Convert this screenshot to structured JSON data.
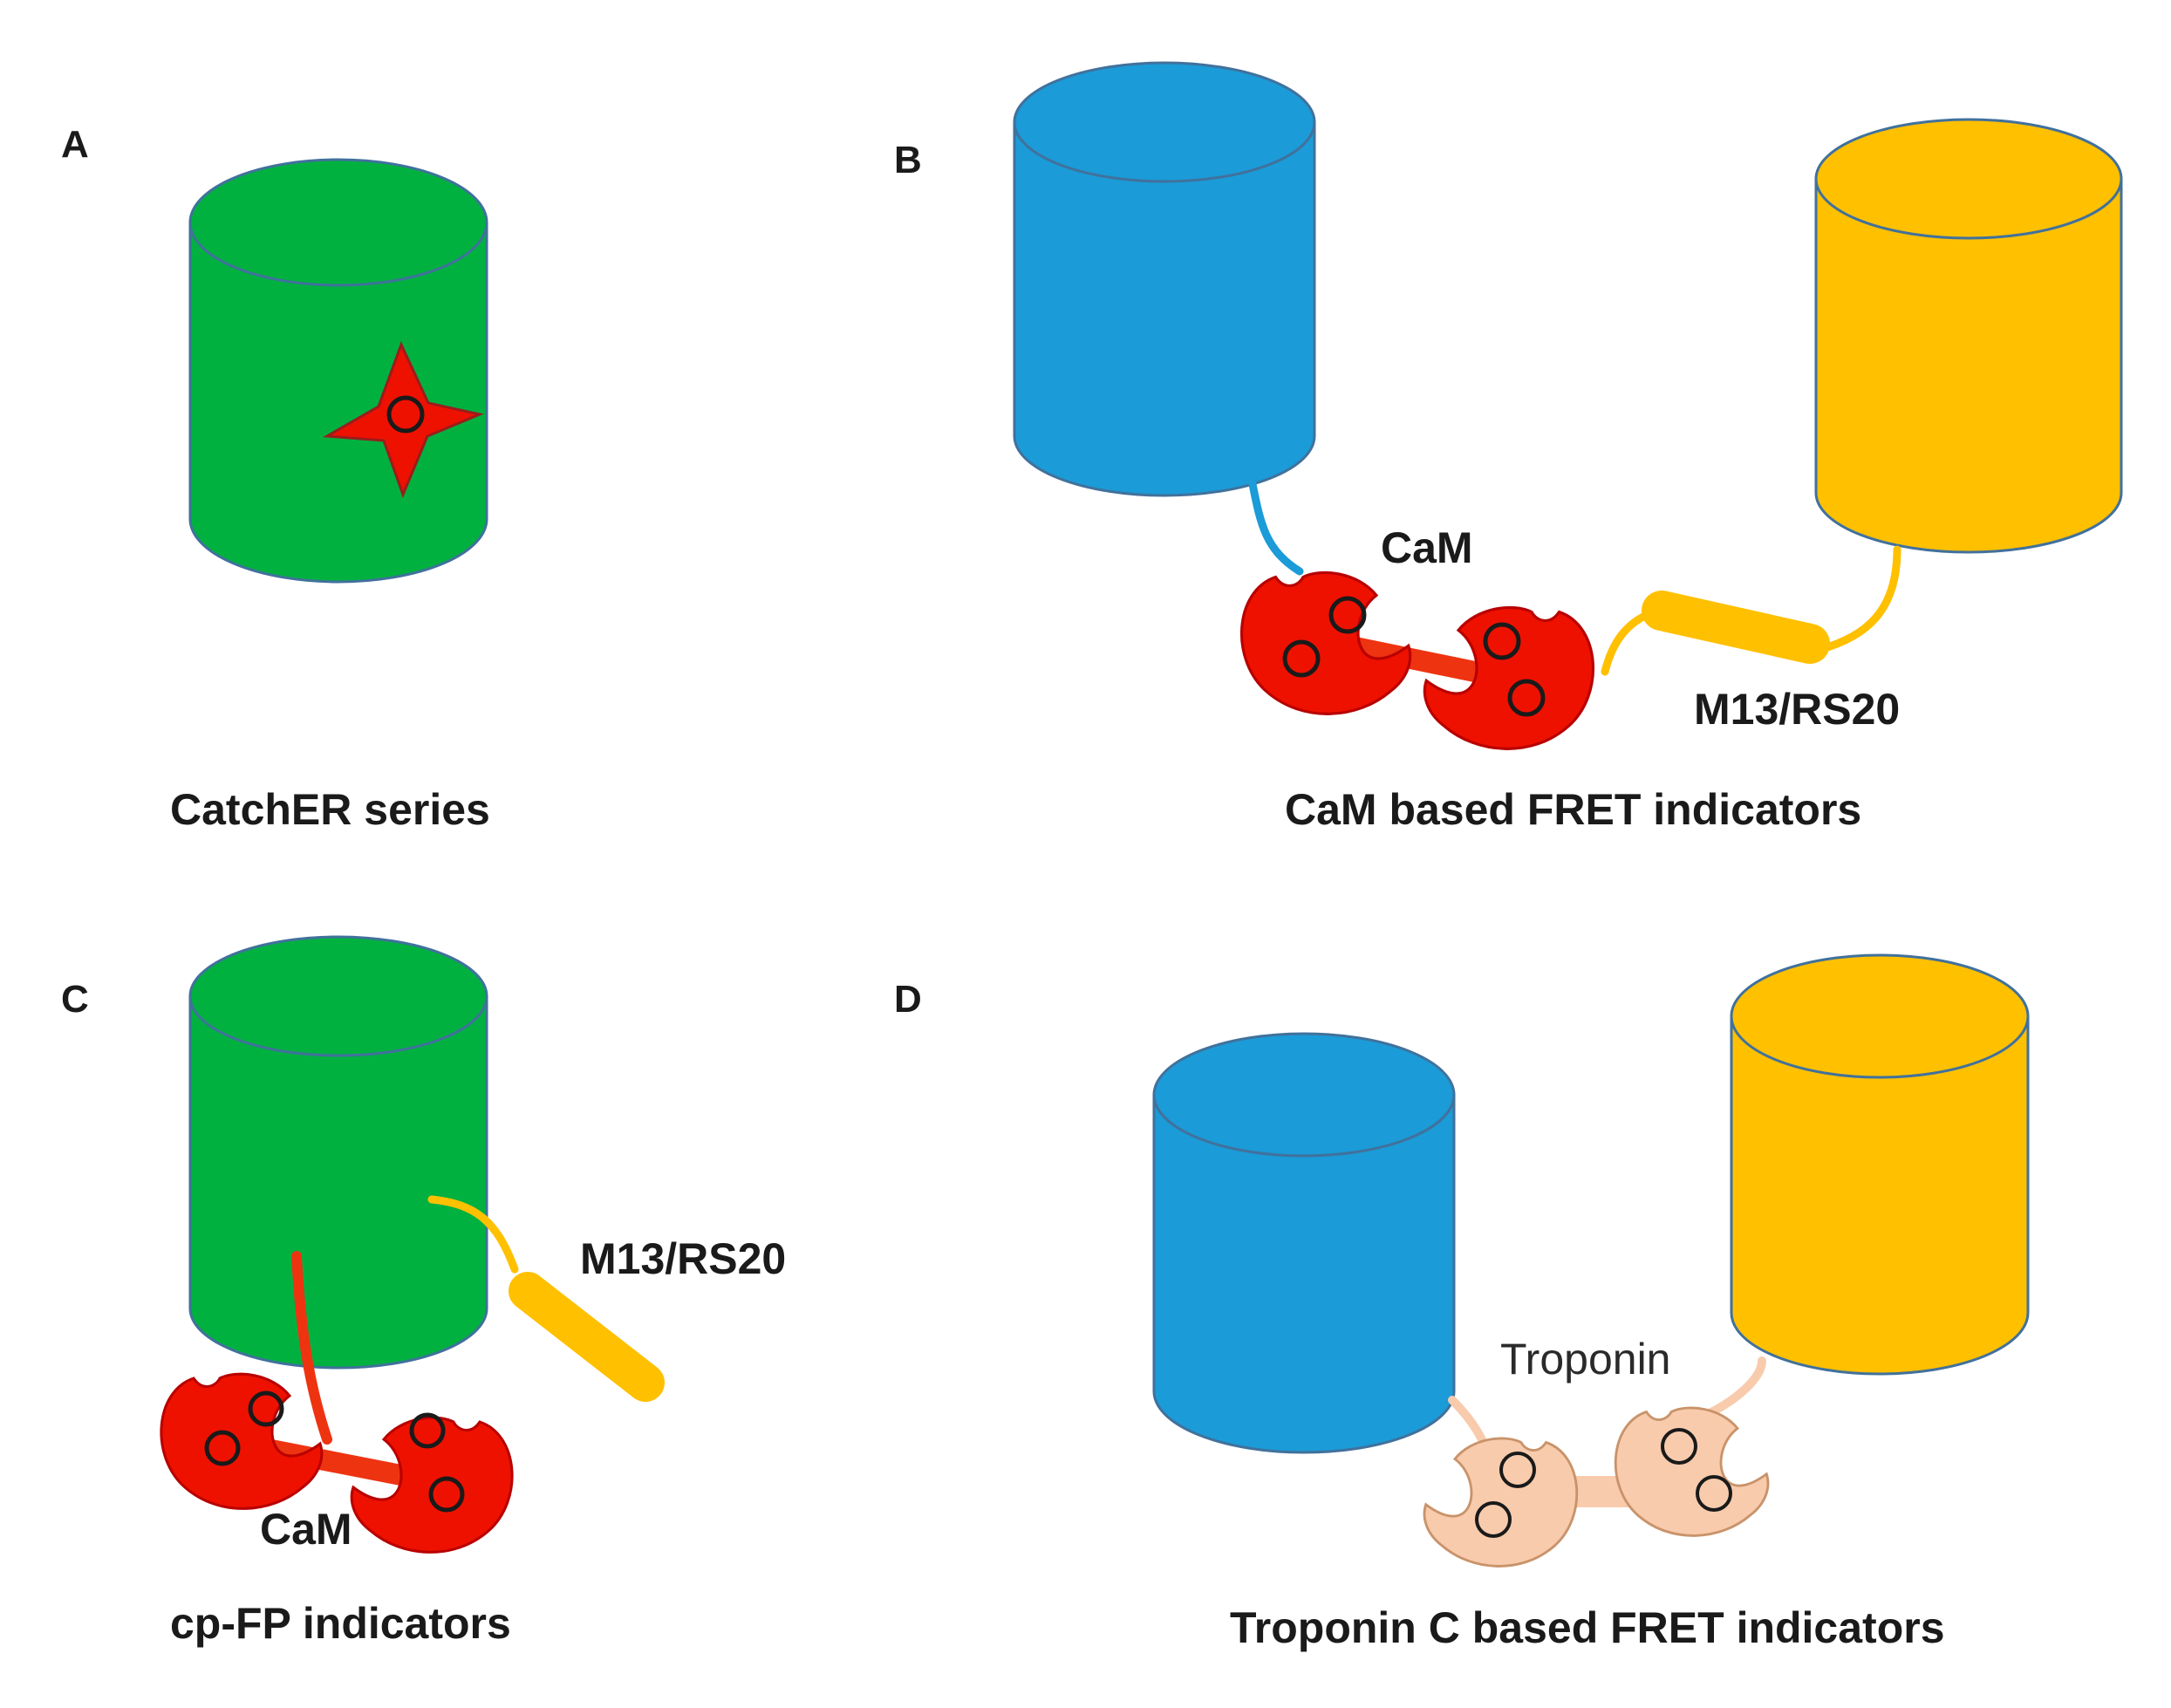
{
  "colors": {
    "green": "#00b140",
    "blue": "#1b9bd7",
    "yellow": "#ffc000",
    "red": "#ee1100",
    "red_dark": "#b80000",
    "tan": "#f8cbad",
    "tan_dark": "#c9936a",
    "edge": "#41719c"
  },
  "panels": {
    "a": {
      "letter": "A",
      "caption": "CatchER series"
    },
    "b": {
      "letter": "B",
      "caption": "CaM based FRET indicators",
      "cam_label": "CaM",
      "peptide_label": "M13/RS20"
    },
    "c": {
      "letter": "C",
      "caption": "cp-FP indicators",
      "cam_label": "CaM",
      "peptide_label": "M13/RS20"
    },
    "d": {
      "letter": "D",
      "caption": "Troponin C based FRET indicators",
      "troponin_label": "Troponin"
    }
  }
}
